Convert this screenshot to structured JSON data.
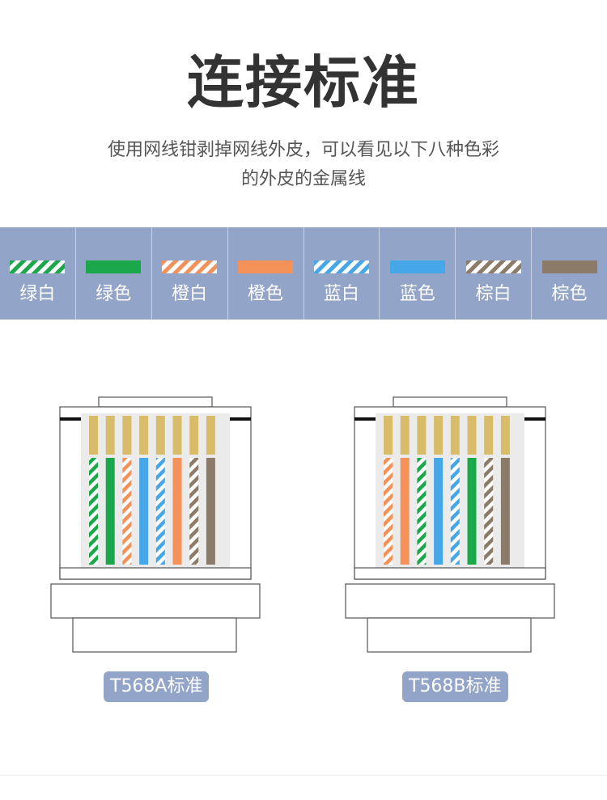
{
  "header": {
    "title": "连接标准",
    "subtitle_line1": "使用网线钳剥掉网线外皮，可以看见以下八种色彩",
    "subtitle_line2": "的外皮的金属线"
  },
  "wire_colors": [
    {
      "label": "绿白",
      "color": "#1aa84a",
      "striped": true
    },
    {
      "label": "绿色",
      "color": "#1aa84a",
      "striped": false
    },
    {
      "label": "橙白",
      "color": "#f39159",
      "striped": true
    },
    {
      "label": "橙色",
      "color": "#f39159",
      "striped": false
    },
    {
      "label": "蓝白",
      "color": "#45a6e8",
      "striped": true
    },
    {
      "label": "蓝色",
      "color": "#45a6e8",
      "striped": false
    },
    {
      "label": "棕白",
      "color": "#8c7b69",
      "striped": true
    },
    {
      "label": "棕色",
      "color": "#8c7b69",
      "striped": false
    }
  ],
  "standards": [
    {
      "label": "T568A标准",
      "order": [
        "绿白",
        "绿色",
        "橙白",
        "蓝色",
        "蓝白",
        "橙色",
        "棕白",
        "棕色"
      ]
    },
    {
      "label": "T568B标准",
      "order": [
        "橙白",
        "橙色",
        "绿白",
        "蓝色",
        "蓝白",
        "绿色",
        "棕白",
        "棕色"
      ]
    }
  ],
  "colors": {
    "band": "#93a4c9",
    "pin_gold": "#d9bc6a",
    "outline": "#555555"
  }
}
